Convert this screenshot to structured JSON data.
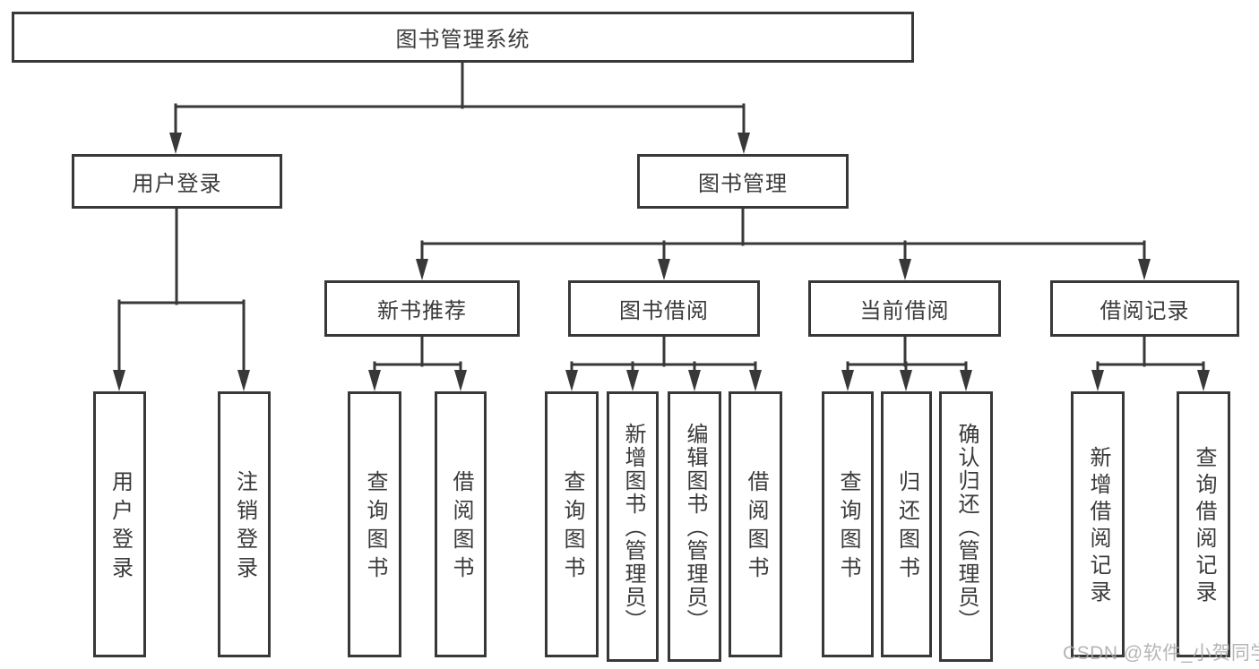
{
  "colors": {
    "line": "#383838",
    "text": "#3a3a3a",
    "bg": "#ffffff"
  },
  "watermark": {
    "text": "CSDN @软件_小贺同学"
  },
  "tree": {
    "label": "图书管理系统",
    "children": [
      {
        "label": "用户登录",
        "children": [
          {
            "label": "用户登录"
          },
          {
            "label": "注销登录"
          }
        ]
      },
      {
        "label": "图书管理",
        "children": [
          {
            "label": "新书推荐",
            "children": [
              {
                "label": "查询图书"
              },
              {
                "label": "借阅图书"
              }
            ]
          },
          {
            "label": "图书借阅",
            "children": [
              {
                "label": "查询图书"
              },
              {
                "label": "新增图书（管理员）"
              },
              {
                "label": "编辑图书（管理员）"
              },
              {
                "label": "借阅图书"
              }
            ]
          },
          {
            "label": "当前借阅",
            "children": [
              {
                "label": "查询图书"
              },
              {
                "label": "归还图书"
              },
              {
                "label": "确认归还（管理员）"
              }
            ]
          },
          {
            "label": "借阅记录",
            "children": [
              {
                "label": "新增借阅记录"
              },
              {
                "label": "查询借阅记录"
              }
            ]
          }
        ]
      }
    ]
  }
}
